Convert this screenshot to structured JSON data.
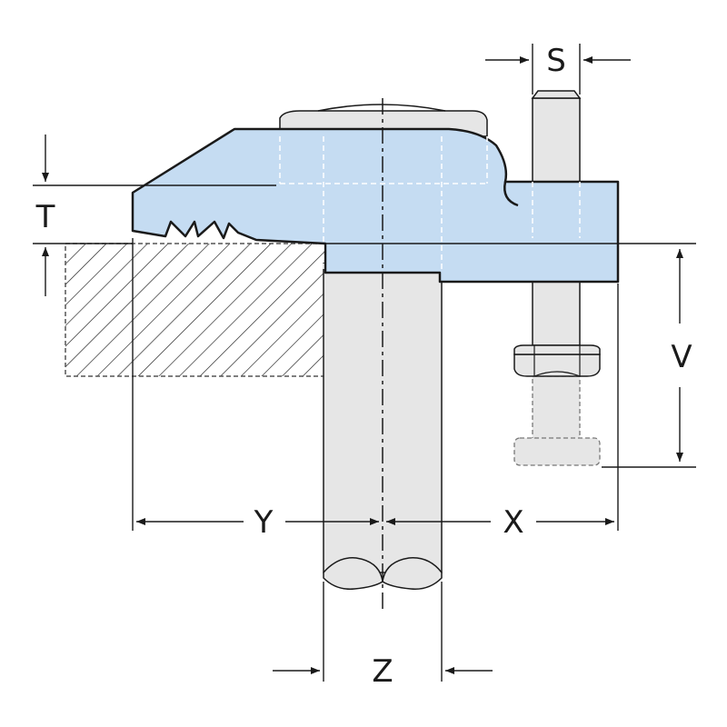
{
  "dimensions": {
    "s": "S",
    "t": "T",
    "v": "V",
    "x": "X",
    "y": "Y",
    "z": "Z"
  },
  "colors": {
    "clamp_fill": "#c5dcf2",
    "steel_fill": "#e6e6e6",
    "outline": "#1a1a1a",
    "hatch": "#1a1a1a",
    "background": "#ffffff"
  }
}
